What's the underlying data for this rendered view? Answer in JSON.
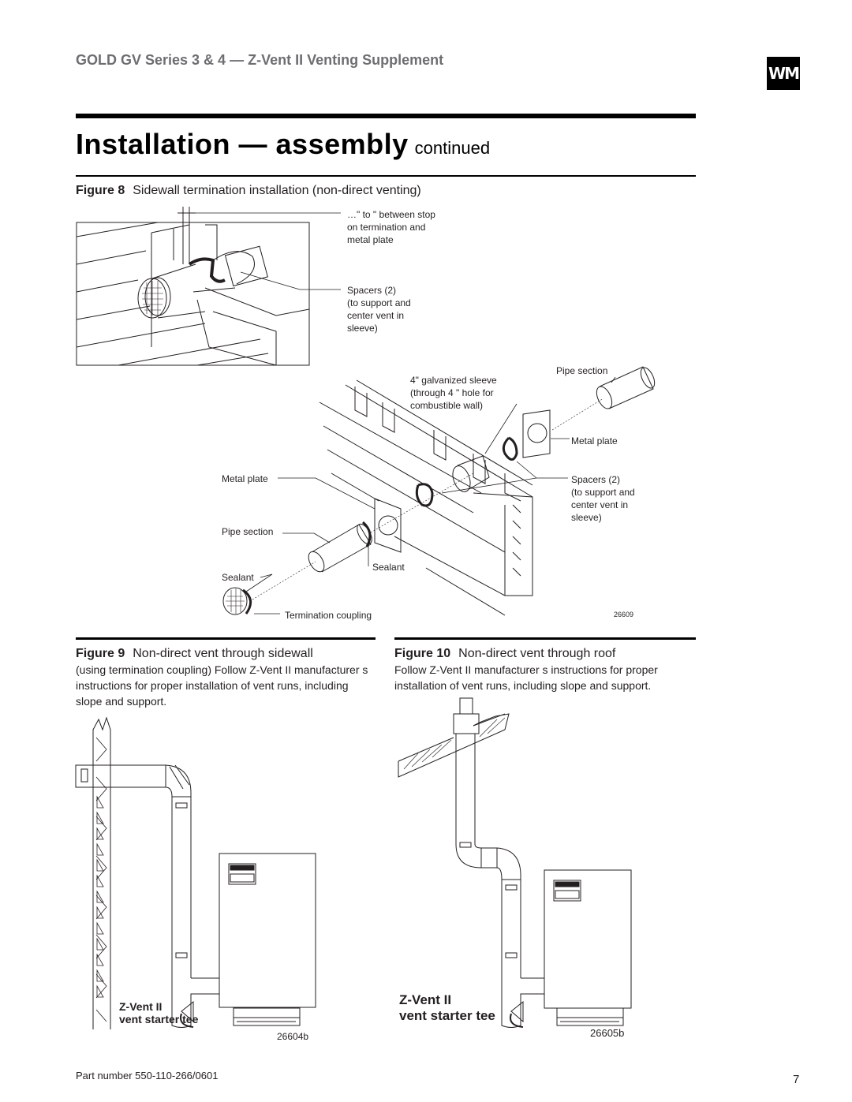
{
  "header": {
    "title": "GOLD GV Series 3 & 4 — Z-Vent II Venting Supplement",
    "logo_text": "WM"
  },
  "section": {
    "title": "Installation — assembly",
    "continued": "continued"
  },
  "figure8": {
    "number": "Figure 8",
    "caption": "Sidewall termination installation (non-direct venting)",
    "labels": {
      "gap_line1": "…\" to   \" between stop",
      "gap_line2": "on termination and",
      "gap_line3": "metal plate",
      "spacers_top_1": "Spacers (2)",
      "spacers_top_2": "(to support and",
      "spacers_top_3": "center vent in",
      "spacers_top_4": "sleeve)",
      "sleeve_1": "4\" galvanized sleeve",
      "sleeve_2": "(through 4   \" hole for",
      "sleeve_3": "combustible      wall)",
      "pipe_section_right": "Pipe section",
      "metal_plate_right": "Metal plate",
      "spacers_right_1": "Spacers (2)",
      "spacers_right_2": "(to support and",
      "spacers_right_3": "center vent in",
      "spacers_right_4": "sleeve)",
      "metal_plate_left": "Metal plate",
      "pipe_section_left": "Pipe section",
      "sealant_center": "Sealant",
      "sealant_left": "Sealant",
      "termination_coupling": "Termination coupling",
      "ref": "26609"
    }
  },
  "figure9": {
    "number": "Figure 9",
    "caption": "Non-direct vent through sidewall",
    "description": "(using termination coupling) Follow Z-Vent II manufacturer s instructions for proper installation of vent runs, including slope and support.",
    "vent_label_1": "Z-Vent II",
    "vent_label_2": "vent starter tee",
    "ref": "26604b"
  },
  "figure10": {
    "number": "Figure 10",
    "caption": "Non-direct vent through roof",
    "description": "Follow Z-Vent II manufacturer s instructions for proper installation of vent runs, including slope and support.",
    "vent_label_1": "Z-Vent II",
    "vent_label_2": "vent starter tee",
    "ref": "26605b"
  },
  "footer": {
    "part_number": "Part number 550-110-266/0601",
    "page": "7"
  }
}
